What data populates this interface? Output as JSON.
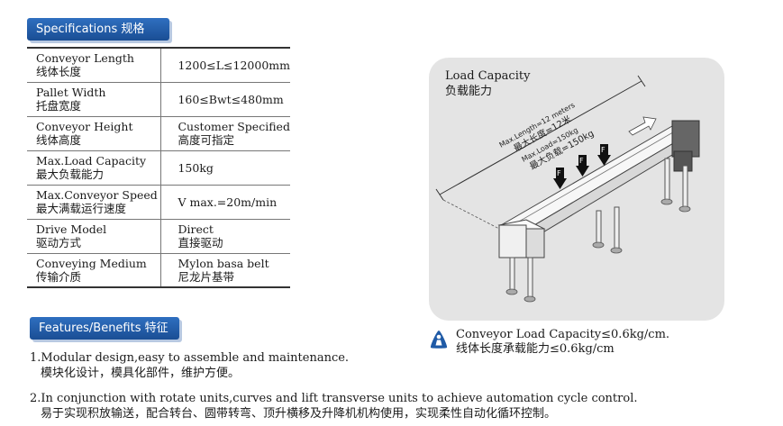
{
  "specifications": {
    "title": "Specifications 规格",
    "rows": [
      {
        "label_en": "Conveyor Length",
        "label_zh": "线体长度",
        "value1": "1200≤L≤12000mm",
        "value2": ""
      },
      {
        "label_en": "Pallet Width",
        "label_zh": "托盘宽度",
        "value1": "160≤Bwt≤480mm",
        "value2": ""
      },
      {
        "label_en": "Conveyor Height",
        "label_zh": "线体高度",
        "value1": "Customer Specified",
        "value2": "高度可指定"
      },
      {
        "label_en": "Max.Load Capacity",
        "label_zh": "最大负载能力",
        "value1": "150kg",
        "value2": ""
      },
      {
        "label_en": "Max.Conveyor Speed",
        "label_zh": "最大满载运行速度",
        "value1": "V max.=20m/min",
        "value2": ""
      },
      {
        "label_en": "Drive Model",
        "label_zh": "驱动方式",
        "value1": "Direct",
        "value2": "直接驱动"
      },
      {
        "label_en": "Conveying Medium",
        "label_zh": "传输介质",
        "value1": "Mylon basa belt",
        "value2": "尼龙片基带"
      }
    ]
  },
  "load_capacity_panel": {
    "title_en": "Load Capacity",
    "title_zh": "负载能力",
    "length_en": "Max.Length=12 meters",
    "length_zh": "最大长度=12米",
    "load_en": "Max.Load=150kg",
    "load_zh": "最大负载=150kg",
    "force_label": "F"
  },
  "note": {
    "line1": "Conveyor Load Capacity≤0.6kg/cm.",
    "line2": "线体长度承载能力≤0.6kg/cm",
    "icon": "warning-person-icon"
  },
  "features": {
    "title": "Features/Benefits 特征",
    "items": [
      {
        "en": "1.Modular design,easy to assemble and maintenance.",
        "zh": "模块化设计，模具化部件，维护方便。"
      },
      {
        "en": "2.In conjunction with rotate units,curves and lift transverse units to achieve automation cycle control.",
        "zh": "易于实现积放输送，配合转台、圆带转弯、顶升横移及升降机机构使用，实现柔性自动化循环控制。"
      }
    ]
  },
  "colors": {
    "tab_blue": "#1f5aa6",
    "panel_gray": "#e4e4e4",
    "icon_blue": "#1f5aa6"
  }
}
